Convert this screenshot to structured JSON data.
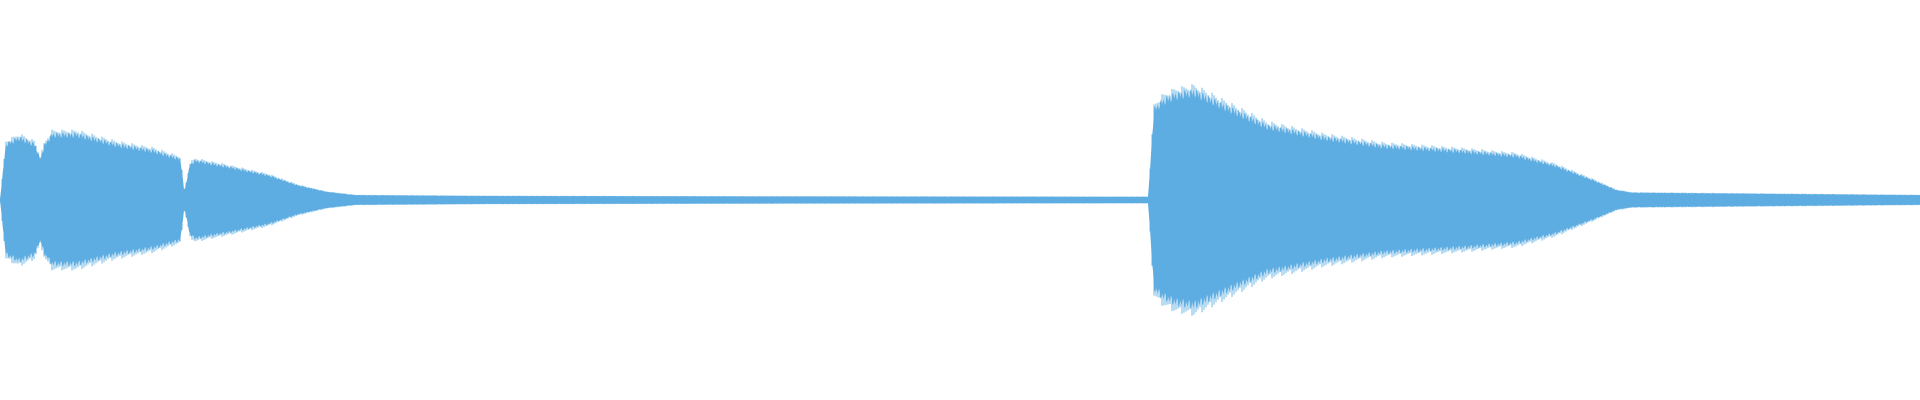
{
  "waveform": {
    "color": "#5dade2",
    "background": "#ffffff",
    "envelope": [
      [
        0.0,
        0.0
      ],
      [
        0.003,
        0.34
      ],
      [
        0.01,
        0.38
      ],
      [
        0.018,
        0.34
      ],
      [
        0.021,
        0.25
      ],
      [
        0.023,
        0.33
      ],
      [
        0.027,
        0.4
      ],
      [
        0.04,
        0.4
      ],
      [
        0.06,
        0.34
      ],
      [
        0.08,
        0.3
      ],
      [
        0.094,
        0.25
      ],
      [
        0.096,
        0.05
      ],
      [
        0.099,
        0.22
      ],
      [
        0.102,
        0.24
      ],
      [
        0.12,
        0.2
      ],
      [
        0.14,
        0.15
      ],
      [
        0.155,
        0.09
      ],
      [
        0.17,
        0.05
      ],
      [
        0.185,
        0.03
      ],
      [
        0.25,
        0.025
      ],
      [
        0.4,
        0.022
      ],
      [
        0.59,
        0.02
      ],
      [
        0.598,
        0.02
      ],
      [
        0.601,
        0.55
      ],
      [
        0.605,
        0.6
      ],
      [
        0.612,
        0.64
      ],
      [
        0.622,
        0.66
      ],
      [
        0.64,
        0.56
      ],
      [
        0.66,
        0.45
      ],
      [
        0.69,
        0.38
      ],
      [
        0.72,
        0.33
      ],
      [
        0.76,
        0.3
      ],
      [
        0.79,
        0.27
      ],
      [
        0.81,
        0.21
      ],
      [
        0.83,
        0.12
      ],
      [
        0.842,
        0.06
      ],
      [
        0.85,
        0.045
      ],
      [
        0.9,
        0.04
      ],
      [
        0.95,
        0.035
      ],
      [
        1.0,
        0.03
      ]
    ]
  }
}
